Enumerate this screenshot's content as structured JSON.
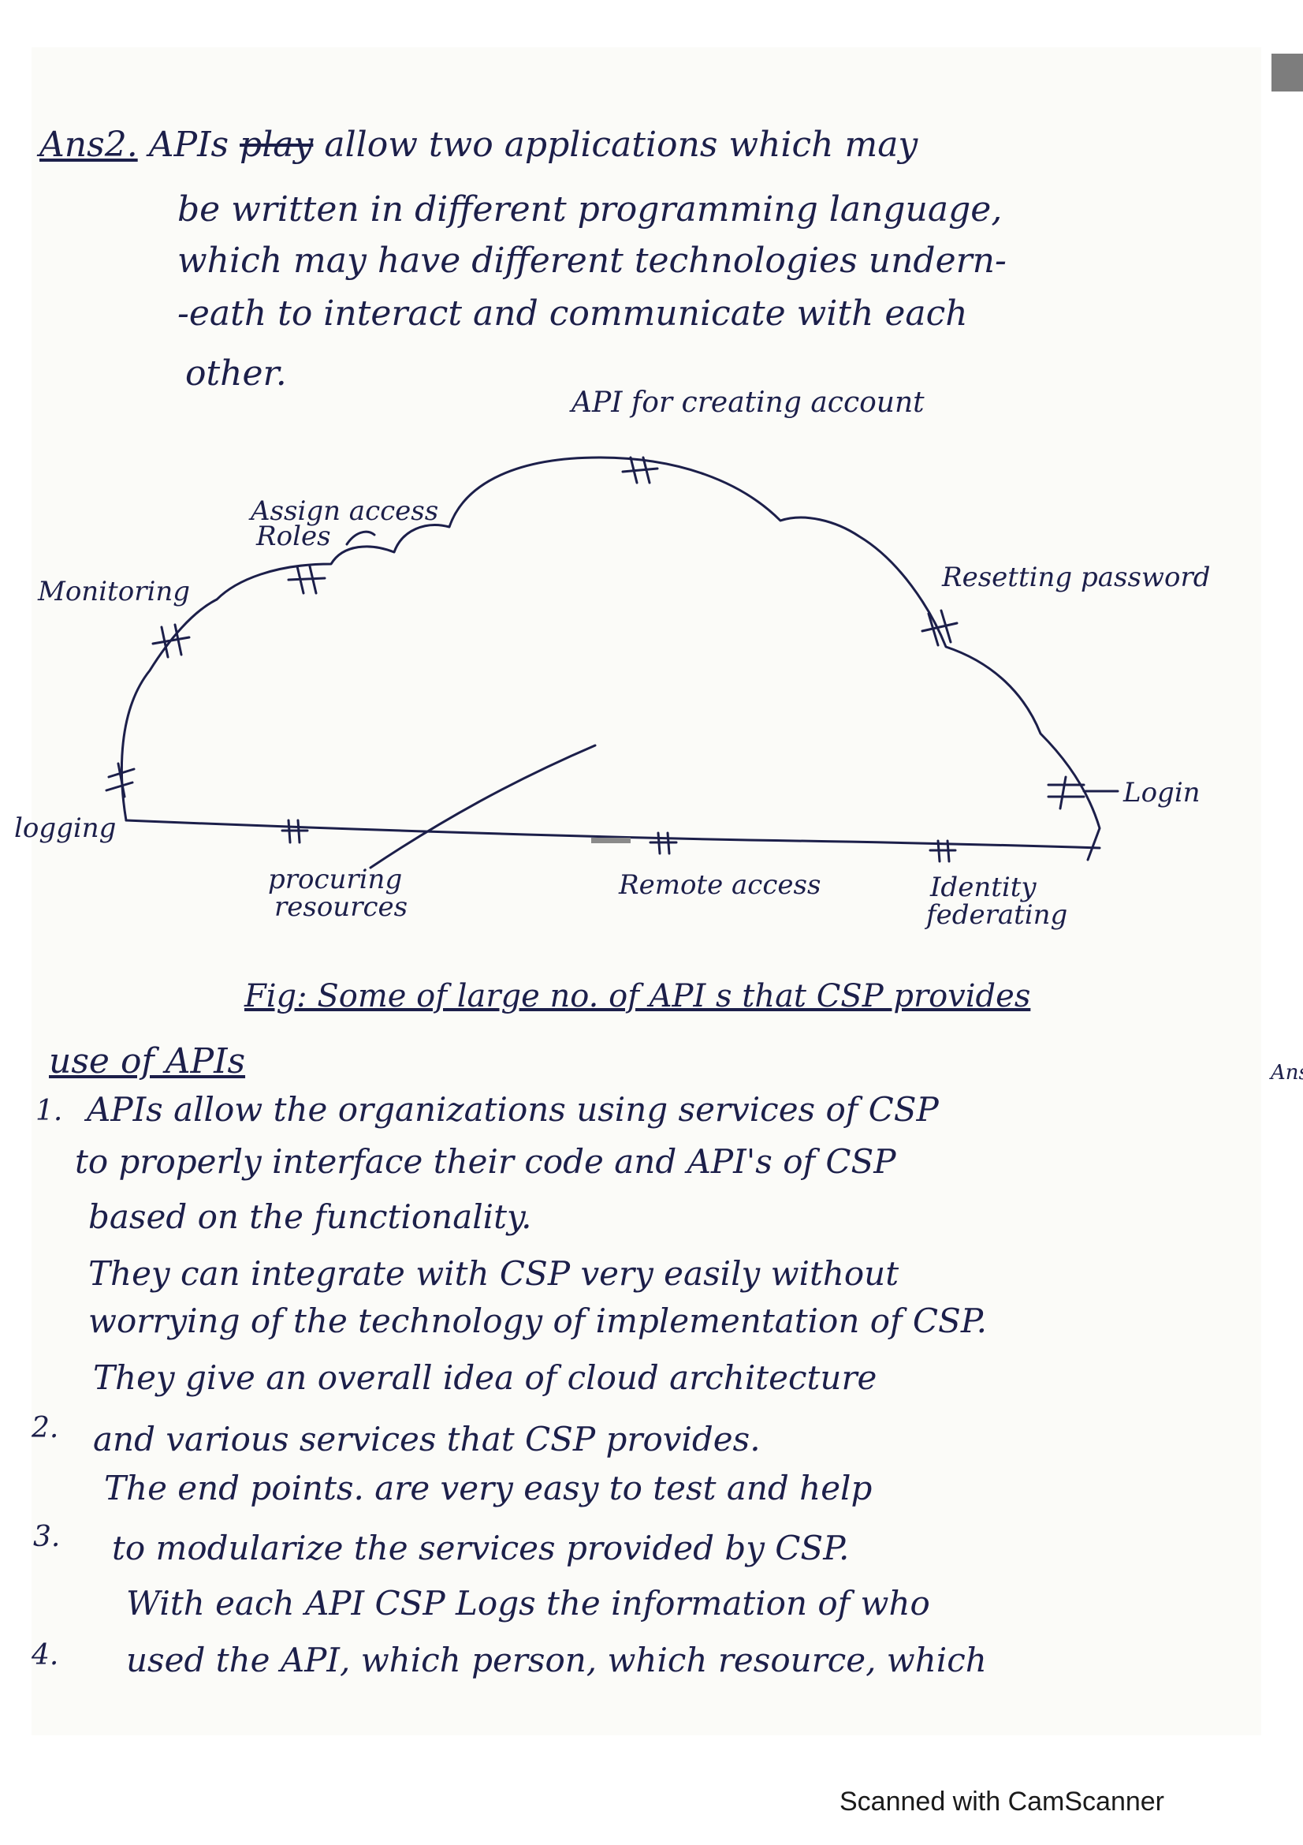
{
  "answer": {
    "heading": "Ans2.",
    "line1_pre": "APIs",
    "line1_struck": "play",
    "line1_post": "allow two applications which may",
    "line2": "be written in different programming language,",
    "line3": "which may have different technologies undern-",
    "line4": "-eath to interact and communicate with each",
    "line5": "other."
  },
  "diagram": {
    "top_label": "API for creating account",
    "labels": {
      "assign_roles_1": "Assign access",
      "assign_roles_2": "Roles",
      "monitoring": "Monitoring",
      "resetting_password": "Resetting password",
      "login": "Login",
      "logging": "logging",
      "procuring_1": "procuring",
      "procuring_2": "resources",
      "remote_access": "Remote access",
      "identity_1": "Identity",
      "identity_2": "federating"
    },
    "caption": "Fig: Some of large no. of API s that CSP provides"
  },
  "uses": {
    "heading": "use of APIs",
    "items": [
      {
        "number": "1.",
        "lines": [
          "APIs allow the organizations using services of CSP",
          "to properly interface their code and API's of CSP",
          "based on the functionality.",
          "They can integrate with CSP very easily without",
          "worrying of the technology of implementation of CSP."
        ]
      },
      {
        "number": "2.",
        "lines": [
          "They give an overall idea of cloud architecture",
          "and various services that CSP provides."
        ]
      },
      {
        "number": "3.",
        "lines": [
          "The end points. are very easy to test and help",
          "to modularize the services provided by CSP."
        ]
      },
      {
        "number": "4.",
        "lines": [
          "With each API CSP Logs the information of who",
          "used the API, which person, which resource, which"
        ]
      }
    ]
  },
  "side_mark": "Ans",
  "footer": "Scanned with CamScanner"
}
